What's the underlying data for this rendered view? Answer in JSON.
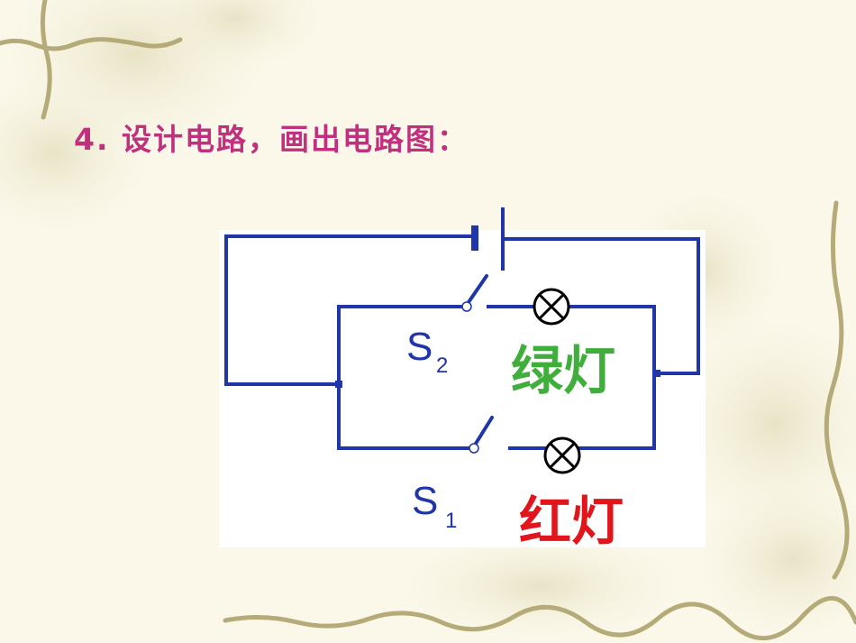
{
  "slide": {
    "title": "4. 设计电路，画出电路图："
  },
  "circuit": {
    "switch_top": {
      "label": "S",
      "subscript": "2"
    },
    "switch_bottom": {
      "label": "S",
      "subscript": "1"
    },
    "lamp_top": {
      "label": "绿灯",
      "color": "#3fae3a"
    },
    "lamp_bottom": {
      "label": "红灯",
      "color": "#e0161c"
    },
    "wire_color": "#1f35a8"
  }
}
